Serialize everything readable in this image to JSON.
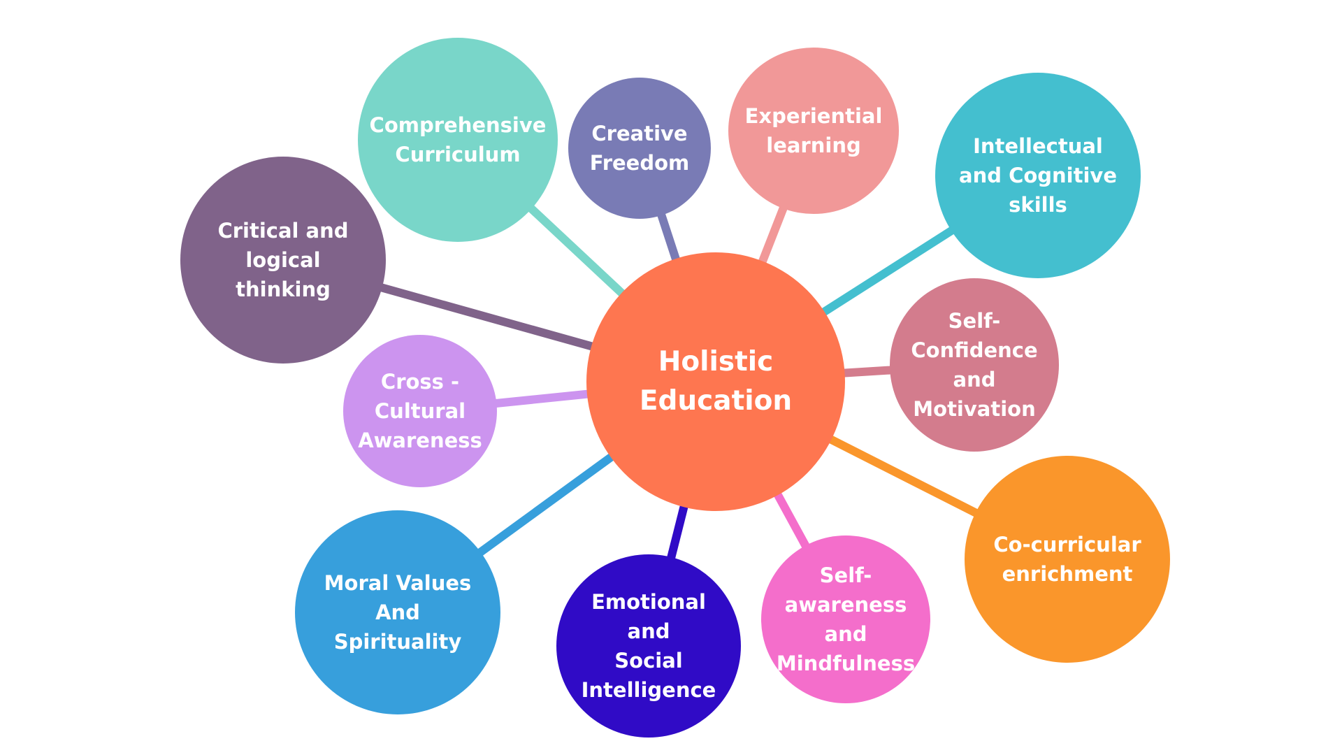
{
  "diagram": {
    "center": {
      "label": "Holistic\nEducation",
      "color": "#fe7650"
    },
    "nodes": [
      {
        "id": "comprehensive-curriculum",
        "label": "Comprehensive\nCurriculum",
        "color": "#79d6c9"
      },
      {
        "id": "creative-freedom",
        "label": "Creative\nFreedom",
        "color": "#797bb5"
      },
      {
        "id": "experiential-learning",
        "label": "Experiential\nlearning",
        "color": "#f19898"
      },
      {
        "id": "intellectual-cognitive",
        "label": "Intellectual\nand Cognitive\nskills",
        "color": "#44bfcf"
      },
      {
        "id": "critical-logical",
        "label": "Critical and\nlogical\nthinking",
        "color": "#80638a"
      },
      {
        "id": "cross-cultural",
        "label": "Cross -\nCultural\nAwareness",
        "color": "#cc94ef"
      },
      {
        "id": "self-confidence",
        "label": "Self-\nConfidence\nand\nMotivation",
        "color": "#d37c8d"
      },
      {
        "id": "co-curricular",
        "label": "Co-curricular\nenrichment",
        "color": "#fa962b"
      },
      {
        "id": "moral-values",
        "label": "Moral Values\nAnd\nSpirituality",
        "color": "#379fdc"
      },
      {
        "id": "emotional-social",
        "label": "Emotional\nand\nSocial\nIntelligence",
        "color": "#300bc6"
      },
      {
        "id": "self-awareness",
        "label": "Self-\nawareness\nand\nMindfulness",
        "color": "#f46ecb"
      }
    ]
  }
}
